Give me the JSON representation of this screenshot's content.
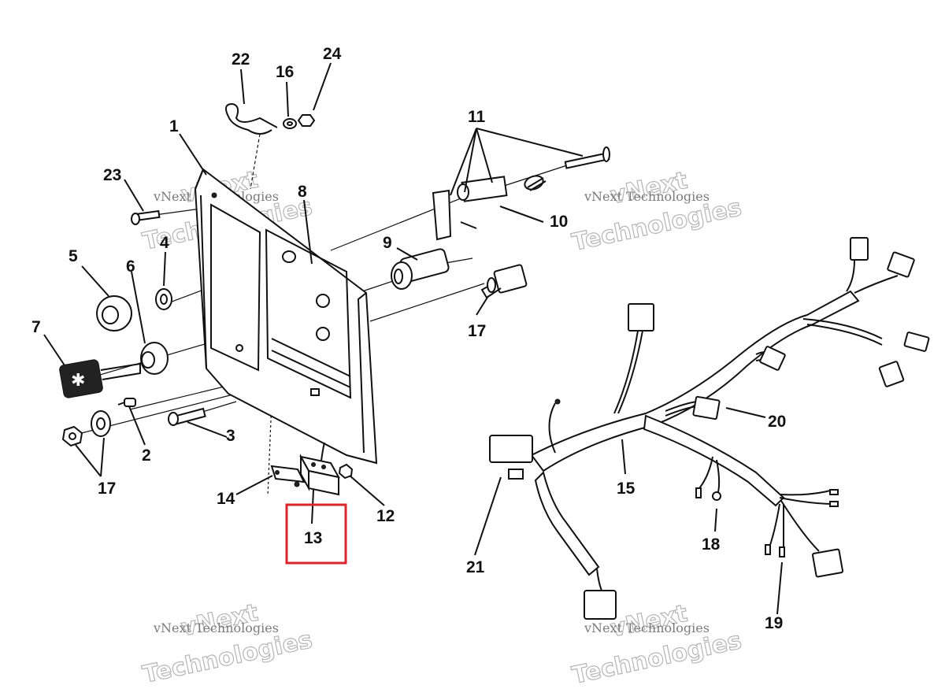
{
  "diagram": {
    "callouts": {
      "c1": "1",
      "c2": "2",
      "c3": "3",
      "c4": "4",
      "c5": "5",
      "c6": "6",
      "c7": "7",
      "c8": "8",
      "c9": "9",
      "c10": "10",
      "c11": "11",
      "c12": "12",
      "c13": "13",
      "c14": "14",
      "c15": "15",
      "c16": "16",
      "c17a": "17",
      "c17b": "17",
      "c18": "18",
      "c19": "19",
      "c20": "20",
      "c21": "21",
      "c22": "22",
      "c23": "23",
      "c24": "24"
    },
    "highlighted_callout": "13",
    "highlight_color": "#d9262c"
  },
  "watermark": {
    "line1": "vNext",
    "line2": "Technologies",
    "small_text": "vNext Technologies"
  }
}
